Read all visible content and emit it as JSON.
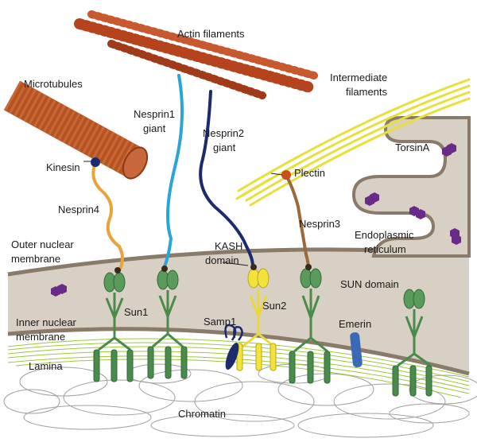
{
  "labels": {
    "actin": "Actin filaments",
    "microtubules": "Microtubules",
    "intermediate_1": "Intermediate",
    "intermediate_2": "filaments",
    "nesprin1_1": "Nesprin1",
    "nesprin1_2": "giant",
    "nesprin2_1": "Nesprin2",
    "nesprin2_2": "giant",
    "kinesin": "Kinesin",
    "nesprin4": "Nesprin4",
    "plectin": "Plectin",
    "nesprin3": "Nesprin3",
    "torsina": "TorsinA",
    "er_1": "Endoplasmic",
    "er_2": "reticulum",
    "onm_1": "Outer nuclear",
    "onm_2": "membrane",
    "kash_1": "KASH",
    "kash_2": "domain",
    "sun1": "Sun1",
    "sun2": "Sun2",
    "sun_domain": "SUN domain",
    "inm_1": "Inner nuclear",
    "inm_2": "membrane",
    "samp1": "Samp1",
    "emerin": "Emerin",
    "lamina": "Lamina",
    "chromatin": "Chromatin"
  },
  "colors": {
    "membrane_fill": "#d8d0c4",
    "membrane_edge": "#8a7a6a",
    "sun_green": "#5a9a5a",
    "sun_dark": "#2f6b3a",
    "sun2_yellow": "#f2e23a",
    "actin": "#b5441e",
    "microtubule": "#b5541e",
    "intermediate": "#e8e03a",
    "nesprin1": "#2aa5d8",
    "nesprin2": "#1c2a6e",
    "nesprin4": "#e8a43a",
    "nesprin3": "#9a6a3a",
    "kinesin": "#1c2a6e",
    "plectin": "#c8501e",
    "torsina": "#6a2a8a",
    "emerin": "#3a6ab5",
    "samp1": "#1c2a6e",
    "lamina": "#9ac83a",
    "chromatin": "#999999"
  }
}
